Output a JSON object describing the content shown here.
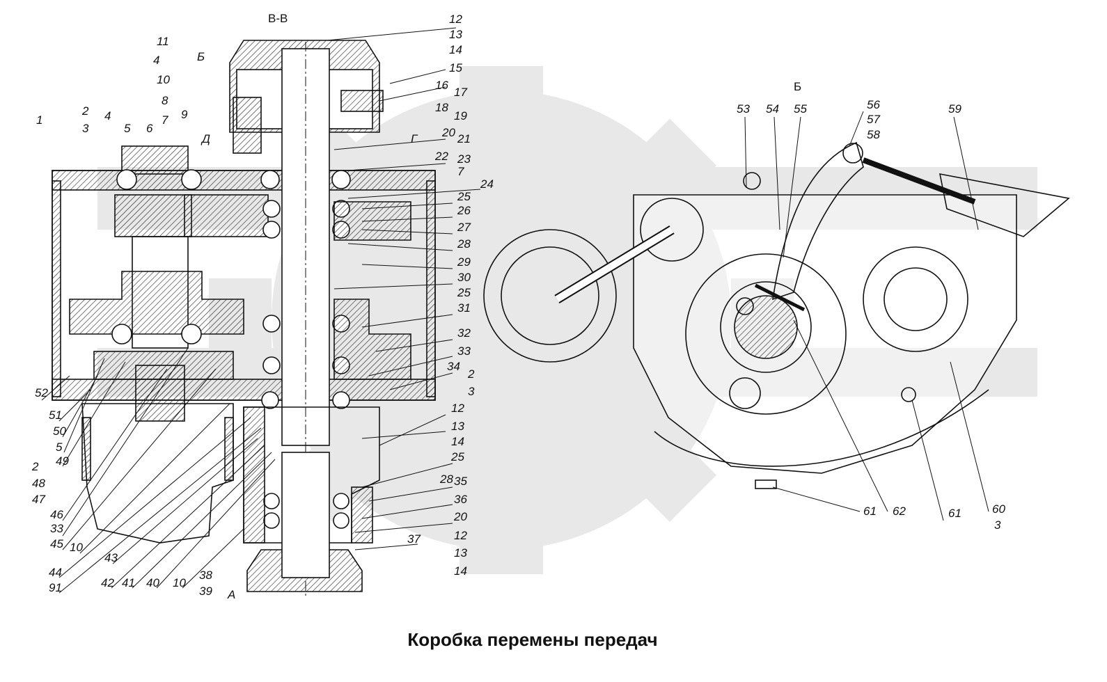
{
  "caption": "Коробка перемены передач",
  "section_label": "B-B",
  "view_label": "Б",
  "callouts": {
    "left_top": [
      "1",
      "2",
      "3",
      "4",
      "5",
      "6",
      "7",
      "8",
      "9",
      "10",
      "11",
      "4"
    ],
    "markers": [
      "Б",
      "Г",
      "Д",
      "А"
    ],
    "right_column": [
      "12",
      "13",
      "14",
      "15",
      "16",
      "17",
      "18",
      "19",
      "20",
      "21",
      "22",
      "23",
      "7",
      "24",
      "25",
      "26",
      "27",
      "28",
      "29",
      "30",
      "25",
      "31",
      "32",
      "33",
      "34",
      "2",
      "3",
      "12",
      "13",
      "14",
      "25",
      "28",
      "35",
      "36",
      "20",
      "37",
      "12",
      "13",
      "14"
    ],
    "left_bottom": [
      "52",
      "51",
      "50",
      "5",
      "49",
      "2",
      "48",
      "47",
      "46",
      "33",
      "45",
      "10",
      "44",
      "91",
      "43",
      "42",
      "41",
      "40",
      "10",
      "38",
      "39"
    ],
    "right_view": [
      "53",
      "54",
      "55",
      "56",
      "57",
      "58",
      "59",
      "61",
      "62",
      "61",
      "60",
      "3"
    ]
  }
}
